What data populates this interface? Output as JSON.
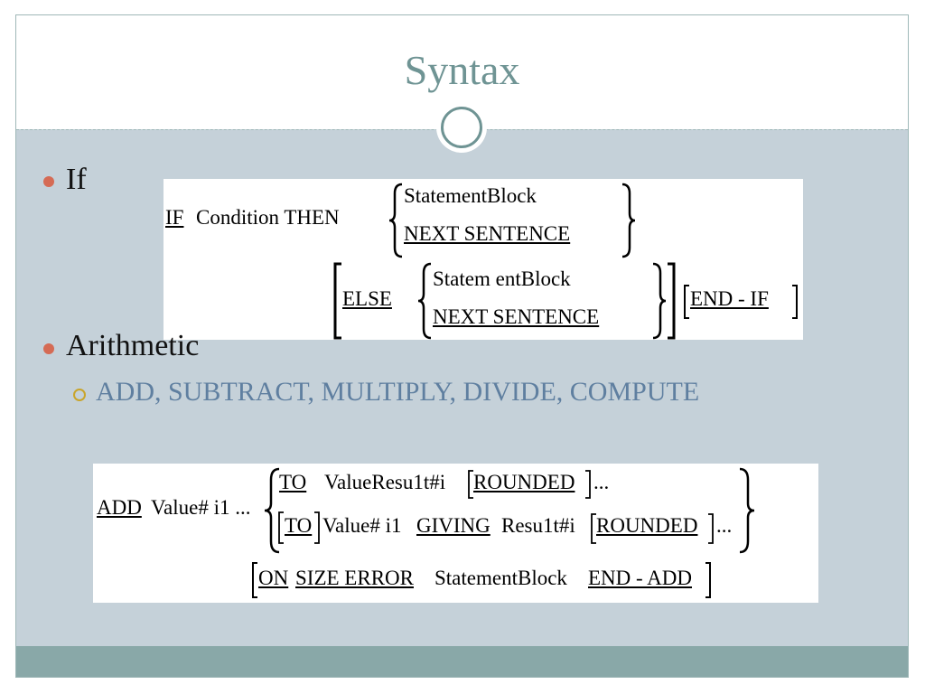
{
  "slide": {
    "title": "Syntax",
    "bullets": [
      {
        "text": "If"
      },
      {
        "text": "Arithmetic",
        "sub": "ADD, SUBTRACT, MULTIPLY, DIVIDE, COMPUTE"
      }
    ]
  },
  "if_syntax": {
    "kw_if": "IF",
    "condition_then": "Condition THEN",
    "option1_a": "StatementBlock",
    "option1_b": "NEXT SENTENCE",
    "kw_else": "ELSE",
    "option2_a": "Statem entBlock",
    "option2_b": "NEXT SENTENCE",
    "end_if": "END - IF"
  },
  "add_syntax": {
    "kw_add": "ADD",
    "value1": "Value# i1 ...",
    "kw_to": "TO",
    "value_result": "ValueResu1t#i",
    "rounded": "ROUNDED",
    "ellipsis": "...",
    "kw_to2": "TO",
    "value2": "Value# i1",
    "giving": "GIVING",
    "result": "Resu1t#i",
    "rounded2": "ROUNDED",
    "ellipsis2": "...",
    "kw_on": "ON",
    "size_error": "SIZE ERROR",
    "stmt": "StatementBlock",
    "end_add": "END - ADD"
  },
  "colors": {
    "title": "#6f9494",
    "body_bg": "#c5d1d9",
    "footer": "#89a8a8",
    "bullet": "#d56b55",
    "sub_text": "#5f7fa0",
    "sub_bullet": "#c9a52b"
  }
}
